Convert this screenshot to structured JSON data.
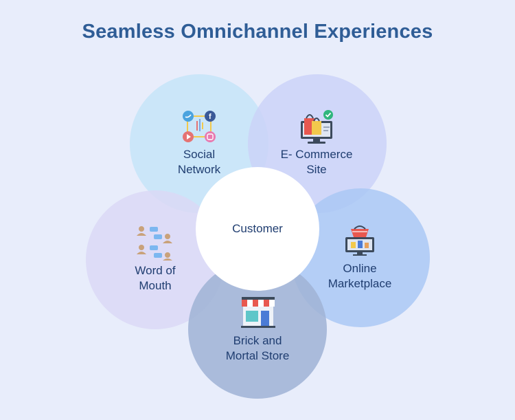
{
  "title": "Seamless Omnichannel Experiences",
  "center": {
    "label": "Customer"
  },
  "channels": [
    {
      "key": "social",
      "line1": "Social",
      "line2": "Network",
      "icon": "social-media-icon"
    },
    {
      "key": "ecommerce",
      "line1": "E- Commerce",
      "line2": "Site",
      "icon": "shopping-bag-monitor-icon"
    },
    {
      "key": "word_of_mouth",
      "line1": "Word of",
      "line2": "Mouth",
      "icon": "people-chat-icon"
    },
    {
      "key": "online_marketplace",
      "line1": "Online",
      "line2": "Marketplace",
      "icon": "basket-monitor-icon"
    },
    {
      "key": "brick_mortar",
      "line1": "Brick and",
      "line2": "Mortal Store",
      "icon": "storefront-icon"
    }
  ],
  "colors": {
    "background": "#e8edfb",
    "title": "#2f5d96",
    "label": "#1f3d70"
  }
}
